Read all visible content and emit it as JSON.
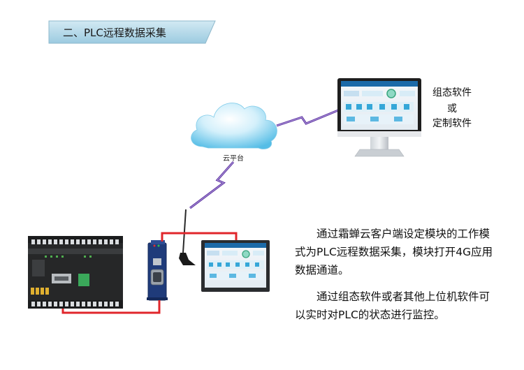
{
  "title": "二、PLC远程数据采集",
  "cloud_label": "云平台",
  "software": {
    "line1": "组态软件",
    "line2": "或",
    "line3": "定制软件"
  },
  "paragraph1": "通过霜蝉云客户端设定模块的工作模式为PLC远程数据采集，模块打开4G应用数据通道。",
  "paragraph2": "通过组态软件或者其他上位机软件可以实时对PLC的状态进行监控。",
  "colors": {
    "banner": "#b7d9e8",
    "cable": "#e0262b",
    "lightning": "#5a2fa0",
    "cloud": "#6fc6e8"
  }
}
